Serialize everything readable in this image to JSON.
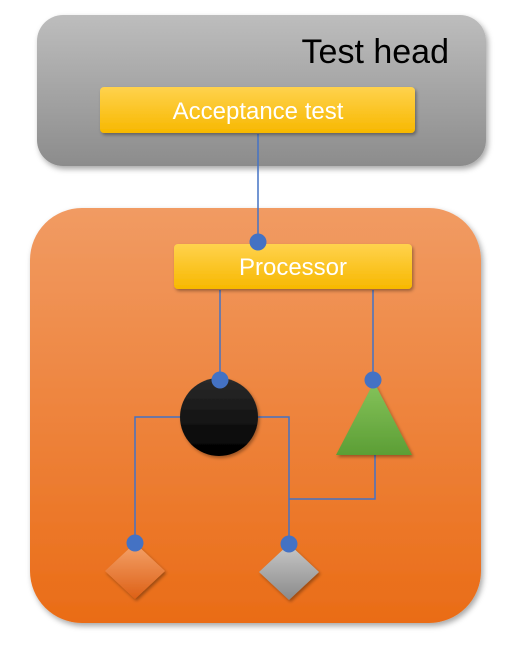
{
  "test_head": {
    "title": "Test head",
    "acceptance_label": "Acceptance test"
  },
  "processor": {
    "label": "Processor"
  },
  "colors": {
    "test_head_fill": "#a6a6a6",
    "device_fill": "#ef7a2f",
    "box_fill": "#ffc000",
    "connector": "#4472c4",
    "circle": "#000000",
    "triangle": "#70ad47",
    "diamond_orange": "#ed7d31",
    "diamond_gray": "#a5a5a5"
  }
}
